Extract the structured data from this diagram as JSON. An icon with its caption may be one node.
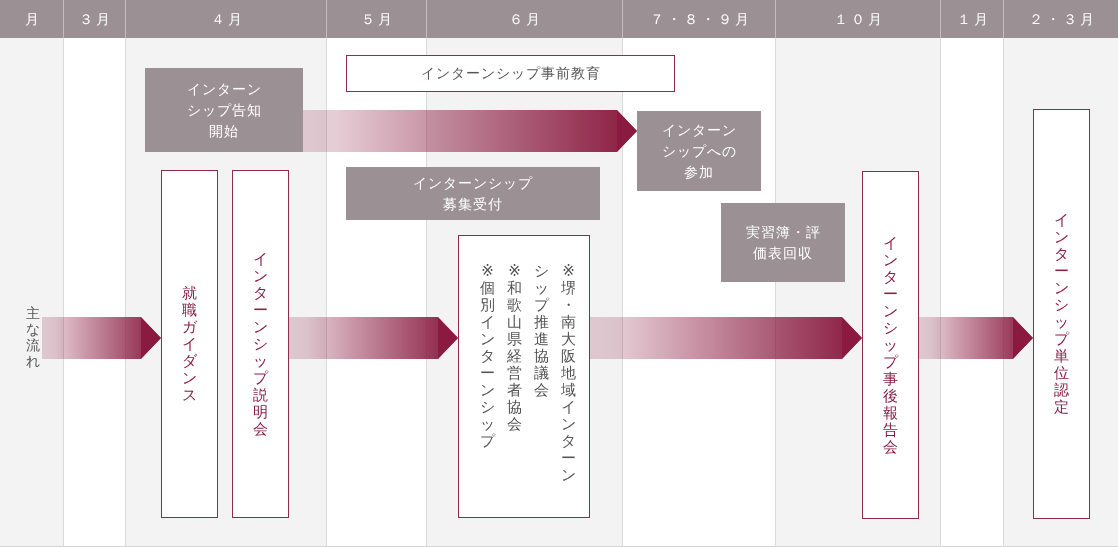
{
  "diagram": {
    "nodes": [
      {
        "text": [
          "主な流れ"
        ]
      },
      {
        "text": [
          "インターンシップ告知開始"
        ]
      },
      {
        "text": [
          "就職ガイダンス"
        ]
      },
      {
        "text": [
          "インターンシップ説明会"
        ]
      },
      {
        "text": [
          "インターンシップ事前教育"
        ]
      },
      {
        "text": [
          "インターンシップ募集受付"
        ]
      },
      {
        "text": [
          "※個別インターンシップ",
          "※和歌山県経営者協会",
          "※堺・南大阪地域インターンシップ推進協議会"
        ]
      },
      {
        "text": [
          "インターンシップへの参加"
        ]
      },
      {
        "text": [
          "実習簿・評価表回収"
        ]
      },
      {
        "text": [
          "インターンシップ事後報告会"
        ]
      },
      {
        "text": [
          "インターンシップ単位認定"
        ]
      }
    ],
    "edges": [
      {
        "from": 0,
        "to": 2,
        "arrow": "to"
      },
      {
        "from": 1,
        "to": 7,
        "arrow": "to"
      },
      {
        "from": 3,
        "to": 6,
        "arrow": "to"
      },
      {
        "from": 6,
        "to": 9,
        "arrow": "to"
      },
      {
        "from": 9,
        "to": 10,
        "arrow": "to"
      }
    ],
    "labels": [
      "月",
      "３月",
      "４月",
      "５月",
      "６月",
      "７・８・９月",
      "１０月",
      "１月",
      "２・３月"
    ]
  }
}
